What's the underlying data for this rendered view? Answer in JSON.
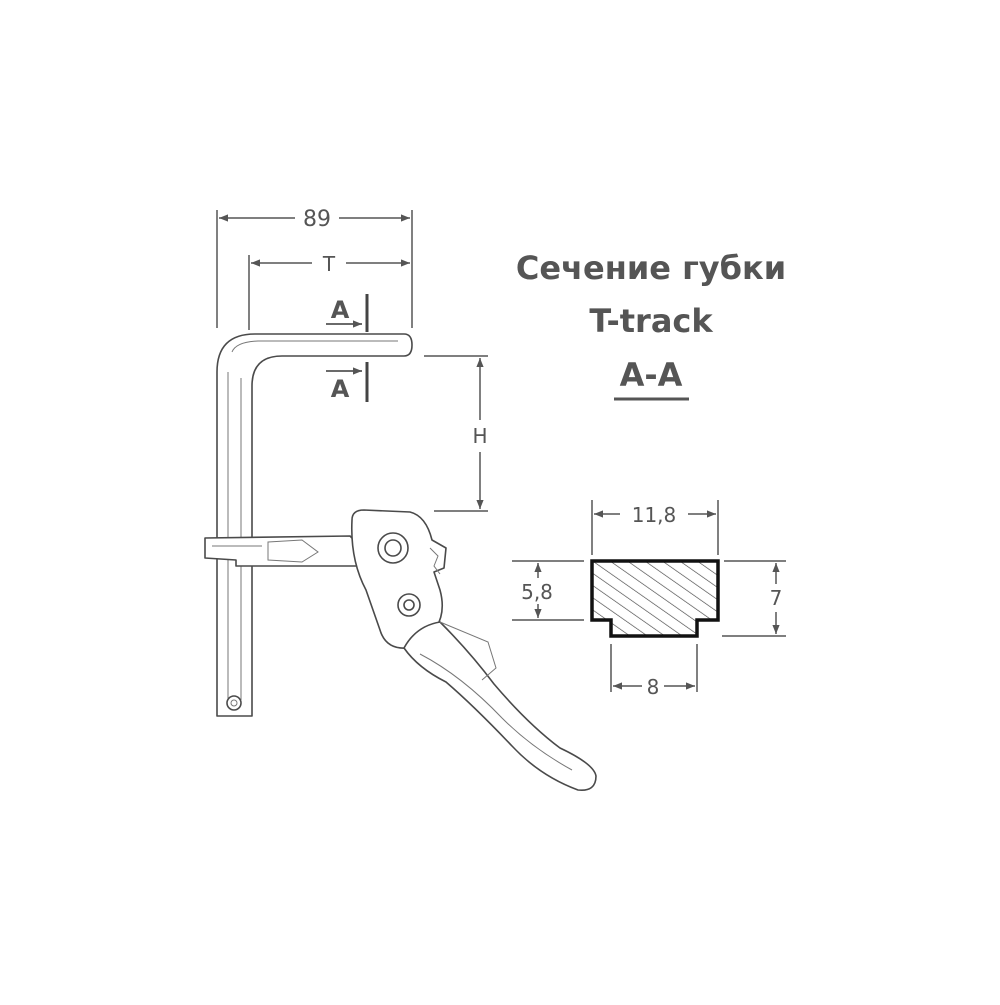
{
  "title": {
    "line1": "Сечение губки",
    "line2": "T-track",
    "line3": "A-A"
  },
  "dimensions": {
    "overall_width": "89",
    "throat_depth": "T",
    "height": "H",
    "section_top_width": "11,8",
    "section_bottom_width": "8",
    "section_shoulder_height": "5,8",
    "section_total_height": "7"
  },
  "section_marks": {
    "upper": "A",
    "lower": "A"
  },
  "colors": {
    "line": "#555555",
    "text": "#555555",
    "section_border": "#111111"
  }
}
